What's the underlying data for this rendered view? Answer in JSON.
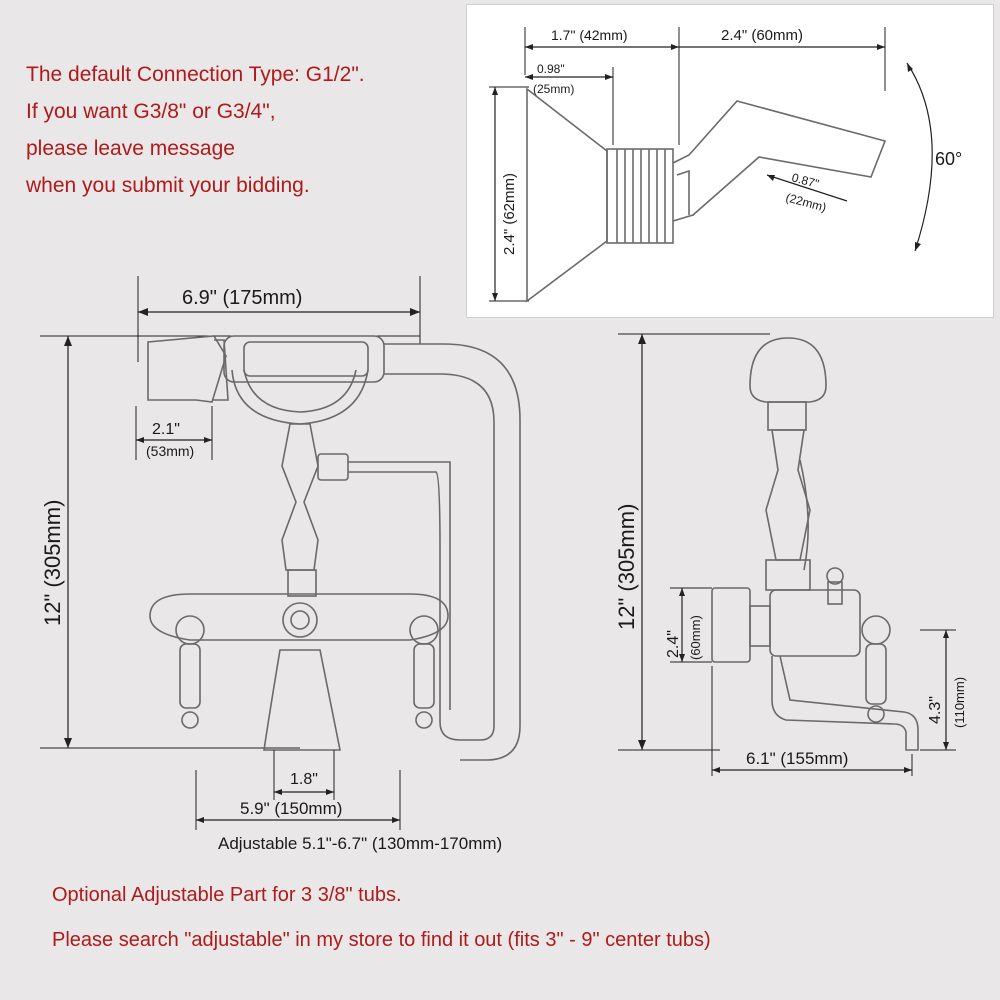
{
  "notes": {
    "connection_lines": [
      "The default Connection Type: G1/2\".",
      "If you want G3/8\" or G3/4\",",
      "please leave message",
      "when you submit your bidding."
    ],
    "color": "#b01a1a"
  },
  "inset_dims": {
    "d1": "1.7\" (42mm)",
    "d2": "2.4\" (60mm)",
    "d3a": "0.98\"",
    "d3b": "(25mm)",
    "d4": "2.4\" (62mm)",
    "d5a": "0.87\"",
    "d5b": "(22mm)",
    "angle": "60°"
  },
  "front_dims": {
    "width": "6.9\" (175mm)",
    "head_a": "2.1\"",
    "head_b": "(53mm)",
    "height": "12\" (305mm)",
    "base": "1.8\"",
    "centers": "5.9\" (150mm)",
    "adjustable": "Adjustable 5.1\"-6.7\" (130mm-170mm)"
  },
  "side_dims": {
    "height": "12\" (305mm)",
    "plate_a": "2.4\"",
    "plate_b": "(60mm)",
    "spout_a": "4.3\"",
    "spout_b": "(110mm)",
    "reach": "6.1\" (155mm)"
  },
  "footer": {
    "line1": "Optional Adjustable Part for 3 3/8\" tubs.",
    "line2": "Please search \"adjustable\" in my store to find it out (fits 3\" - 9\" center tubs)"
  }
}
